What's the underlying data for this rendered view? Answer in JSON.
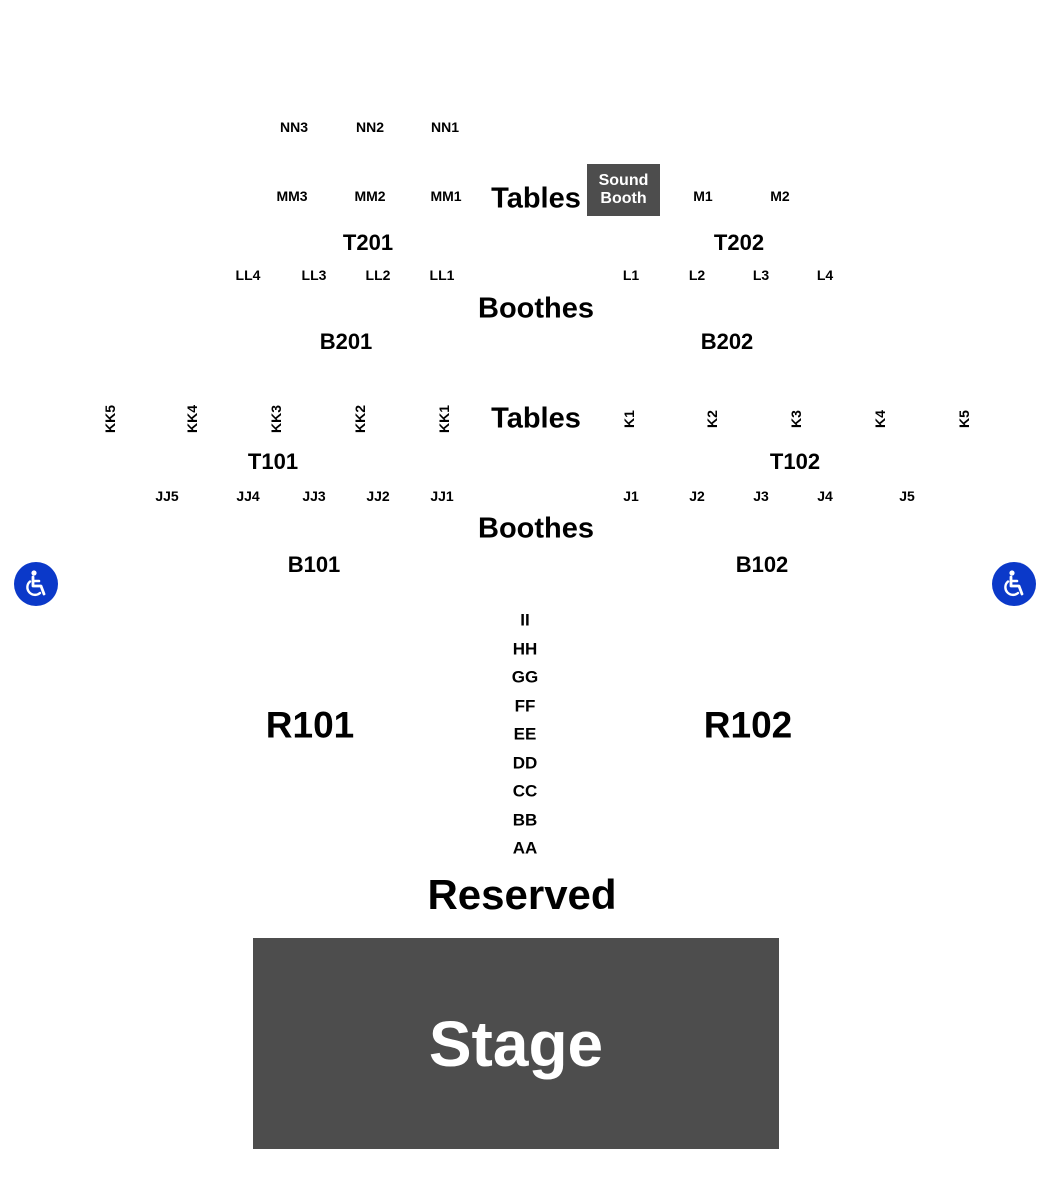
{
  "seats_level2": {
    "nn": [
      "NN3",
      "NN2",
      "NN1"
    ],
    "mm": [
      "MM3",
      "MM2",
      "MM1"
    ],
    "m": [
      "M1",
      "M2"
    ],
    "ll": [
      "LL4",
      "LL3",
      "LL2",
      "LL1"
    ],
    "l": [
      "L1",
      "L2",
      "L3",
      "L4"
    ]
  },
  "seats_level1": {
    "kk": [
      "KK5",
      "KK4",
      "KK3",
      "KK2",
      "KK1"
    ],
    "k": [
      "K1",
      "K2",
      "K3",
      "K4",
      "K5"
    ],
    "jj": [
      "JJ5",
      "JJ4",
      "JJ3",
      "JJ2",
      "JJ1"
    ],
    "j": [
      "J1",
      "J2",
      "J3",
      "J4",
      "J5"
    ]
  },
  "areas": {
    "tables": "Tables",
    "boothes": "Boothes",
    "sound_booth": "Sound Booth",
    "reserved": "Reserved",
    "stage": "Stage"
  },
  "sections": {
    "t201": "T201",
    "t202": "T202",
    "b201": "B201",
    "b202": "B202",
    "t101": "T101",
    "t102": "T102",
    "b101": "B101",
    "b102": "B102",
    "r101": "R101",
    "r102": "R102"
  },
  "reserved_rows": [
    "II",
    "HH",
    "GG",
    "FF",
    "EE",
    "DD",
    "CC",
    "BB",
    "AA"
  ],
  "icons": {
    "accessibility": "wheelchair-icon"
  },
  "colors": {
    "stage": "#4d4d4d",
    "accessibility": "#0b39c9",
    "label": "#000000"
  }
}
